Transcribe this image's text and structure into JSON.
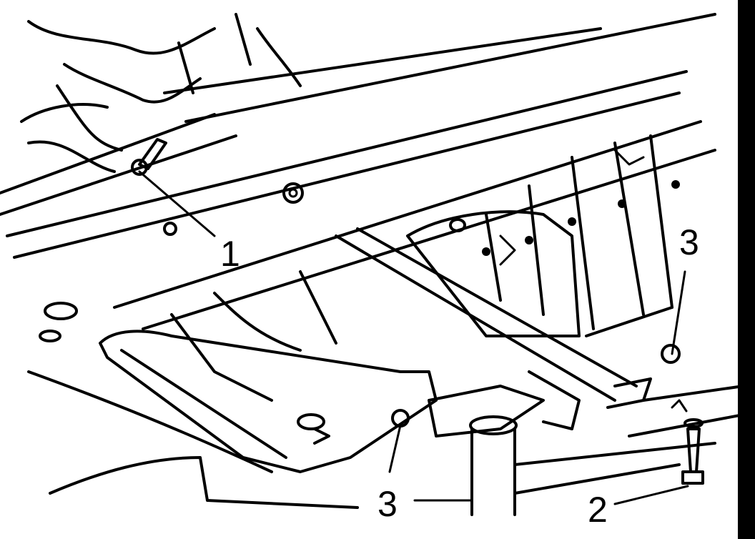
{
  "callouts": {
    "c1": "1",
    "c2": "2",
    "c3a": "3",
    "c3b": "3"
  },
  "colors": {
    "ink": "#000000",
    "paper": "#ffffff"
  }
}
